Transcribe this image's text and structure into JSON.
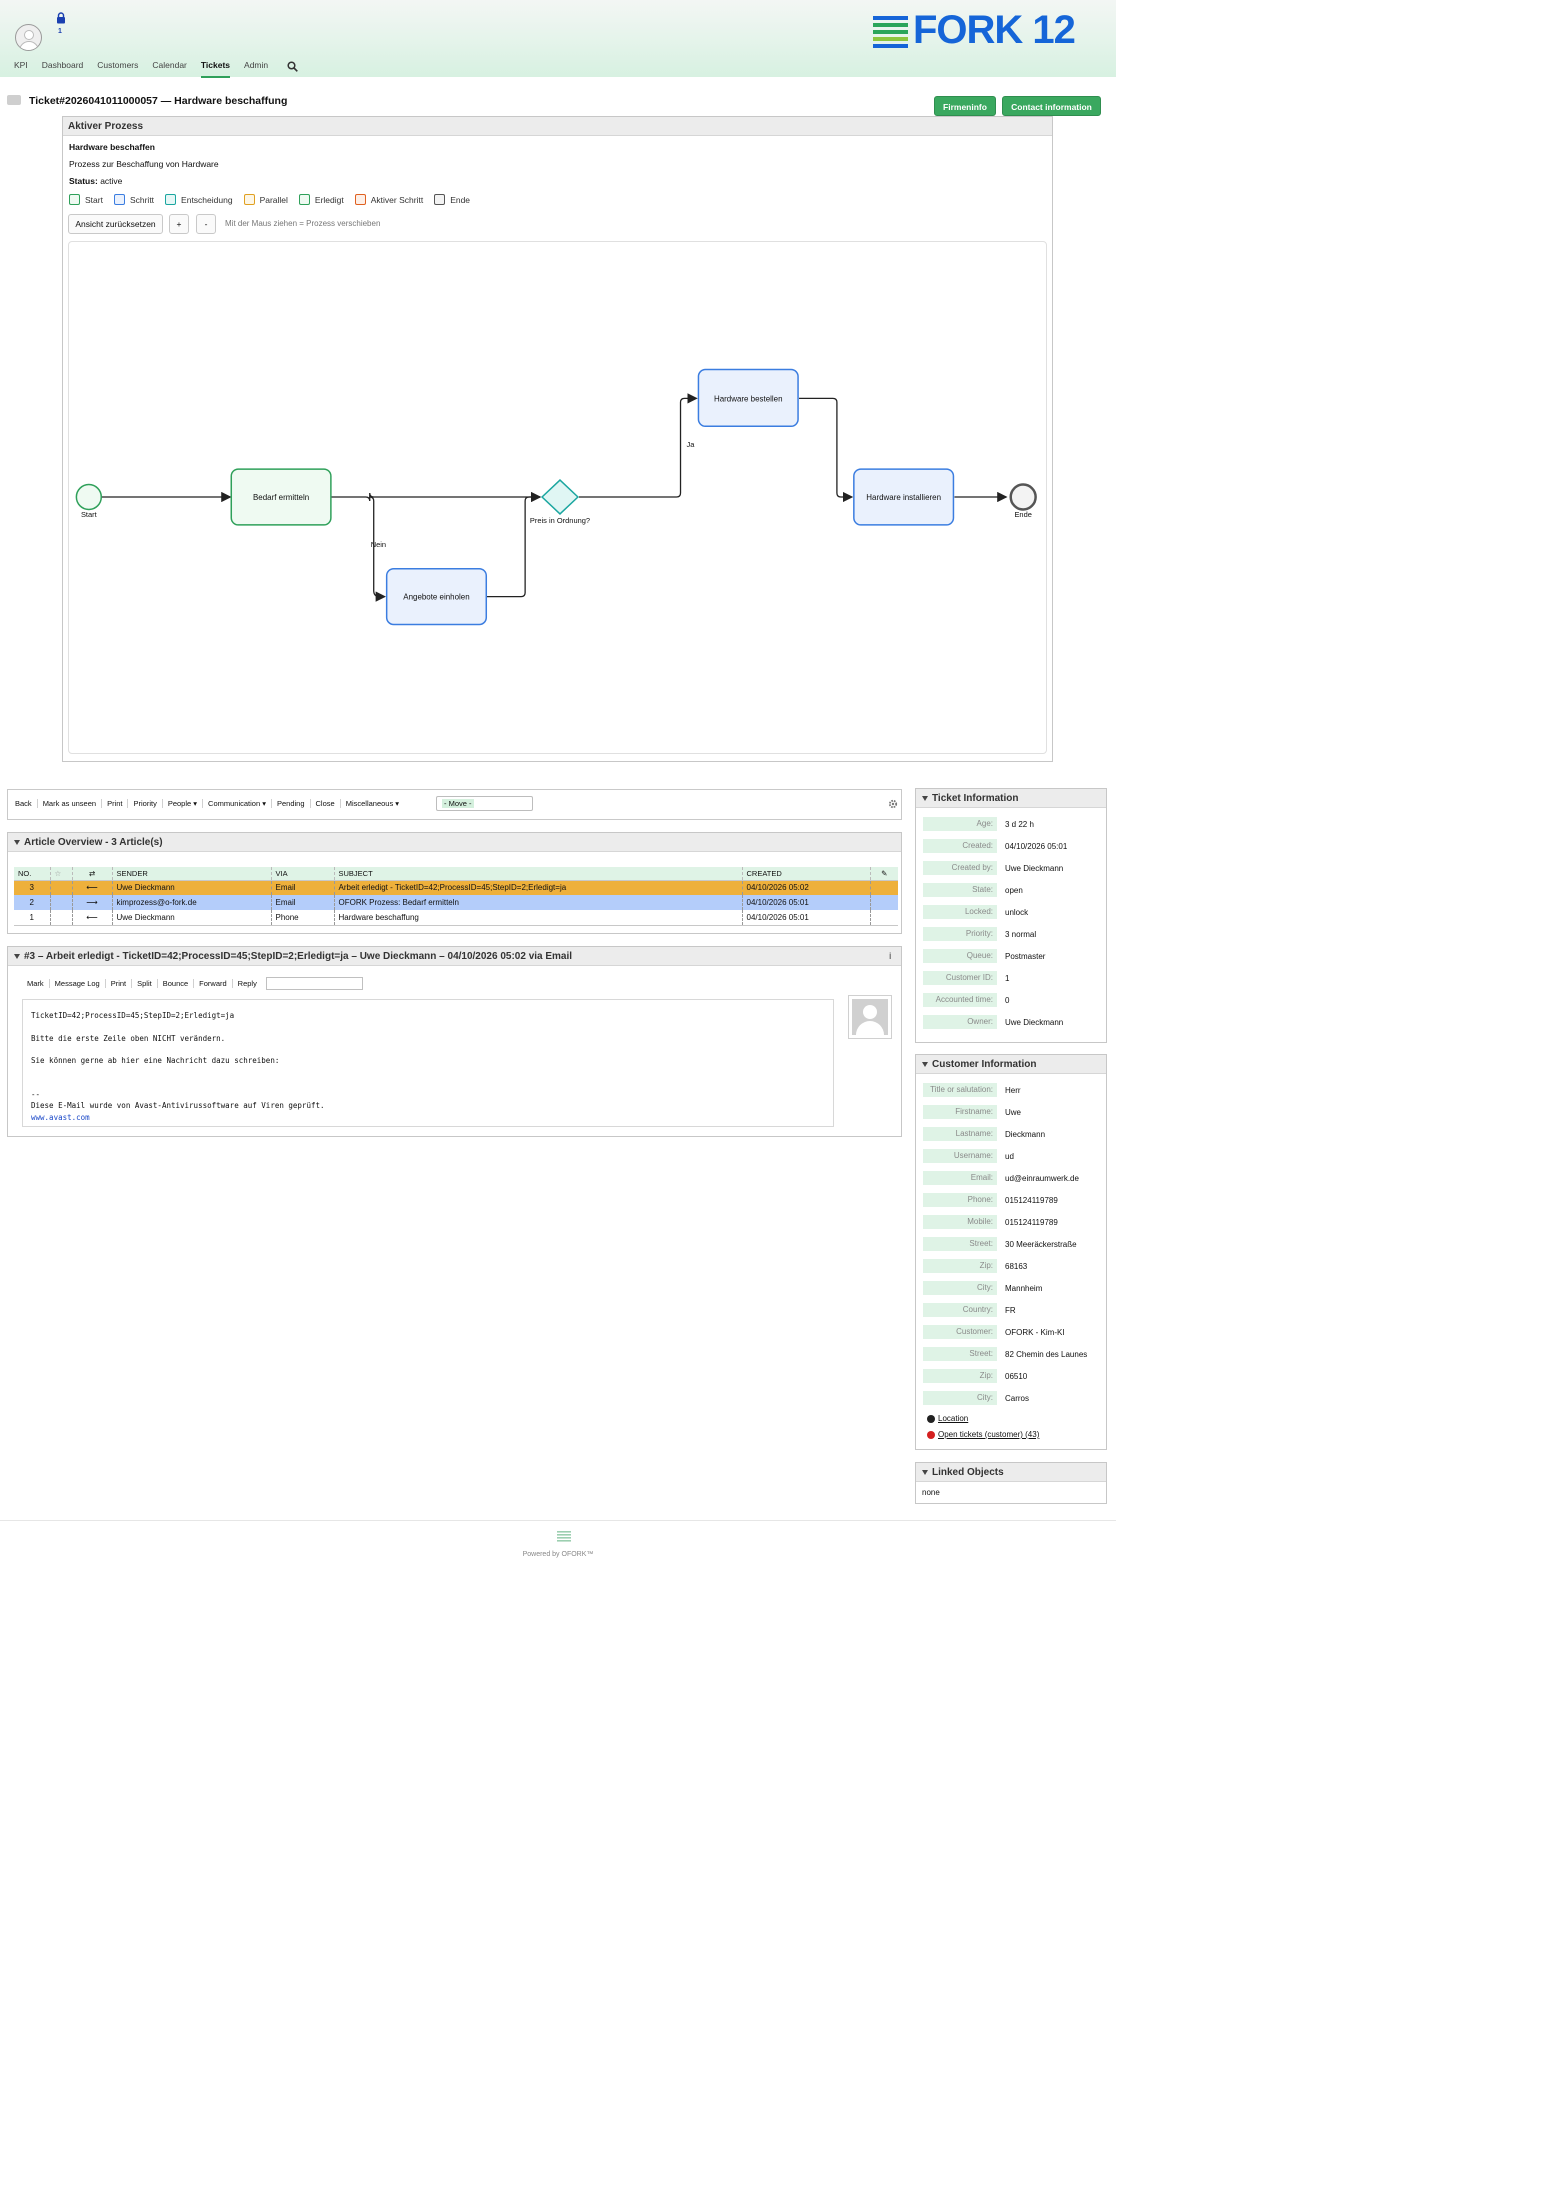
{
  "header": {
    "lock_count": "1",
    "nav": [
      "KPI",
      "Dashboard",
      "Customers",
      "Calendar",
      "Tickets",
      "Admin"
    ],
    "active_nav": "Tickets",
    "logo_text": "FORK 12",
    "logo_color": "#1565d8"
  },
  "ticket": {
    "title": "Ticket#2026041011000057 — Hardware beschaffung",
    "buttons": {
      "firmeninfo": "Firmeninfo",
      "contact": "Contact information"
    }
  },
  "process": {
    "widget_title": "Aktiver Prozess",
    "name": "Hardware beschaffen",
    "description": "Prozess zur Beschaffung von Hardware",
    "status_label": "Status:",
    "status_value": "active",
    "legend": [
      {
        "label": "Start",
        "color": "#2fa05a"
      },
      {
        "label": "Schritt",
        "color": "#3b7de0"
      },
      {
        "label": "Entscheidung",
        "color": "#1aa6a0"
      },
      {
        "label": "Parallel",
        "color": "#e0a020"
      },
      {
        "label": "Erledigt",
        "color": "#2fa05a"
      },
      {
        "label": "Aktiver Schritt",
        "color": "#e06020"
      },
      {
        "label": "Ende",
        "color": "#555555"
      }
    ],
    "reset_label": "Ansicht zurücksetzen",
    "zoom_in": "+",
    "zoom_out": "-",
    "hint": "Mit der Maus ziehen = Prozess verschieben",
    "nodes": {
      "start": "Start",
      "bedarf": "Bedarf ermitteln",
      "angebote": "Angebote einholen",
      "decision": "Preis in Ordnung?",
      "bestellen": "Hardware bestellen",
      "installieren": "Hardware installieren",
      "end": "Ende"
    },
    "edges": {
      "ja": "Ja",
      "nein": "Nein"
    }
  },
  "actions": {
    "items": [
      "Back",
      "Mark as unseen",
      "Print",
      "Priority",
      "People ▾",
      "Communication ▾",
      "Pending",
      "Close",
      "Miscellaneous ▾"
    ],
    "move_placeholder": "- Move -"
  },
  "article_overview": {
    "title": "Article Overview - 3 Article(s)",
    "columns": [
      "NO.",
      "☆",
      "⇄",
      "SENDER",
      "VIA",
      "SUBJECT",
      "CREATED",
      "✎"
    ],
    "rows": [
      {
        "no": "3",
        "dir": "⟵",
        "sender": "Uwe Dieckmann",
        "via": "Email",
        "subject": "Arbeit erledigt - TicketID=42;ProcessID=45;StepID=2;Erledigt=ja",
        "created": "04/10/2026 05:02"
      },
      {
        "no": "2",
        "dir": "⟶",
        "sender": "kimprozess@o-fork.de",
        "via": "Email",
        "subject": "OFORK Prozess: Bedarf ermitteln",
        "created": "04/10/2026 05:01"
      },
      {
        "no": "1",
        "dir": "⟵",
        "sender": "Uwe Dieckmann",
        "via": "Phone",
        "subject": "Hardware beschaffung",
        "created": "04/10/2026 05:01"
      }
    ]
  },
  "article": {
    "title": "#3 – Arbeit erledigt - TicketID=42;ProcessID=45;StepID=2;Erledigt=ja – Uwe Dieckmann – 04/10/2026 05:02 via Email",
    "actions": [
      "Mark",
      "Message Log",
      "Print",
      "Split",
      "Bounce",
      "Forward",
      "Reply"
    ],
    "body": "TicketID=42;ProcessID=45;StepID=2;Erledigt=ja\n\nBitte die erste Zeile oben NICHT verändern.\n\nSie können gerne ab hier eine Nachricht dazu schreiben:\n\n\n--\nDiese E-Mail wurde von Avast-Antivirussoftware auf Viren geprüft.",
    "link": "www.avast.com"
  },
  "ticket_info": {
    "title": "Ticket Information",
    "rows": [
      {
        "k": "Age:",
        "v": "3 d 22 h"
      },
      {
        "k": "Created:",
        "v": "04/10/2026 05:01"
      },
      {
        "k": "Created by:",
        "v": "Uwe Dieckmann"
      },
      {
        "k": "State:",
        "v": "open"
      },
      {
        "k": "Locked:",
        "v": "unlock"
      },
      {
        "k": "Priority:",
        "v": "3 normal"
      },
      {
        "k": "Queue:",
        "v": "Postmaster"
      },
      {
        "k": "Customer ID:",
        "v": "1"
      },
      {
        "k": "Accounted time:",
        "v": "0"
      },
      {
        "k": "Owner:",
        "v": "Uwe Dieckmann"
      }
    ]
  },
  "customer_info": {
    "title": "Customer Information",
    "rows": [
      {
        "k": "Title or salutation:",
        "v": "Herr"
      },
      {
        "k": "Firstname:",
        "v": "Uwe"
      },
      {
        "k": "Lastname:",
        "v": "Dieckmann"
      },
      {
        "k": "Username:",
        "v": "ud"
      },
      {
        "k": "Email:",
        "v": "ud@einraumwerk.de"
      },
      {
        "k": "Phone:",
        "v": "015124119789"
      },
      {
        "k": "Mobile:",
        "v": "015124119789"
      },
      {
        "k": "Street:",
        "v": "30 Meeräckerstraße"
      },
      {
        "k": "Zip:",
        "v": "68163"
      },
      {
        "k": "City:",
        "v": "Mannheim"
      },
      {
        "k": "Country:",
        "v": "FR"
      },
      {
        "k": "Customer:",
        "v": "OFORK - Kim-KI"
      },
      {
        "k": "Street:",
        "v": "82 Chemin des Launes"
      },
      {
        "k": "Zip:",
        "v": "06510"
      },
      {
        "k": "City:",
        "v": "Carros"
      }
    ],
    "location_link": "Location",
    "open_tickets_link": "Open tickets (customer) (43)"
  },
  "linked_objects": {
    "title": "Linked Objects",
    "value": "none"
  },
  "footer": {
    "powered": "Powered by OFORK™"
  }
}
